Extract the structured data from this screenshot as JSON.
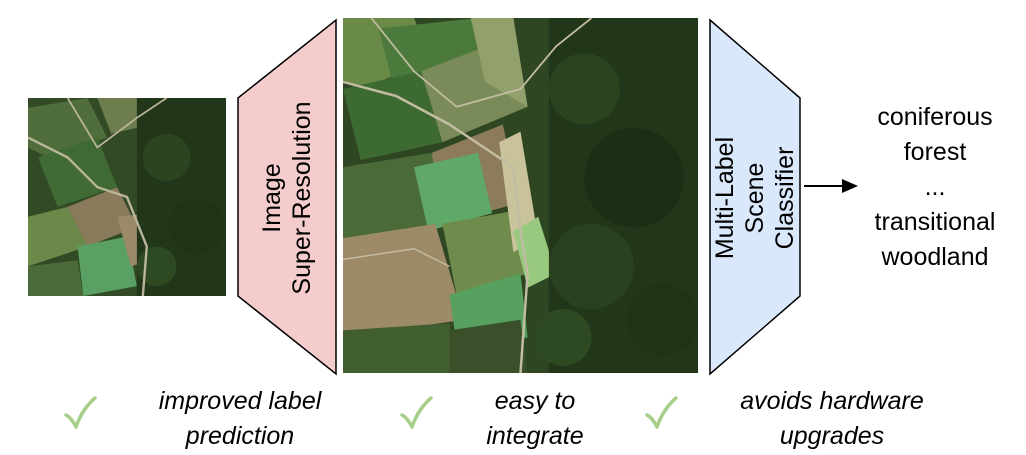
{
  "input_image": {
    "icon": "satellite-image-low-res"
  },
  "super_resolution": {
    "line1": "Image",
    "line2": "Super-Resolution",
    "color": "#f4cccc"
  },
  "output_image": {
    "icon": "satellite-image-high-res"
  },
  "classifier": {
    "line1": "Multi-Label Scene",
    "line2": "Classifier",
    "color": "#dae8fc"
  },
  "arrow": {
    "icon": "arrow-right-icon"
  },
  "labels": [
    "coniferous",
    "forest",
    "...",
    "transitional",
    "woodland"
  ],
  "benefits": [
    {
      "line1": "improved label",
      "line2": "prediction"
    },
    {
      "line1": "easy to",
      "line2": "integrate"
    },
    {
      "line1": "avoids hardware",
      "line2": "upgrades"
    }
  ],
  "check_color": "#a8cf8a"
}
